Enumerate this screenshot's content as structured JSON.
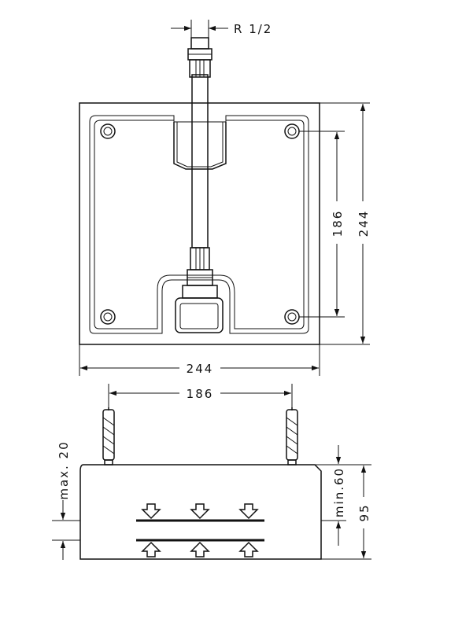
{
  "dimensions": {
    "thread": "R 1/2",
    "top_height_outer": "244",
    "top_height_inner": "186",
    "top_width_outer": "244",
    "front_width_inner": "186",
    "max_depth": "max. 20",
    "min_depth": "min.60",
    "front_height": "95"
  },
  "colors": {
    "line": "#111111",
    "background": "#ffffff"
  }
}
